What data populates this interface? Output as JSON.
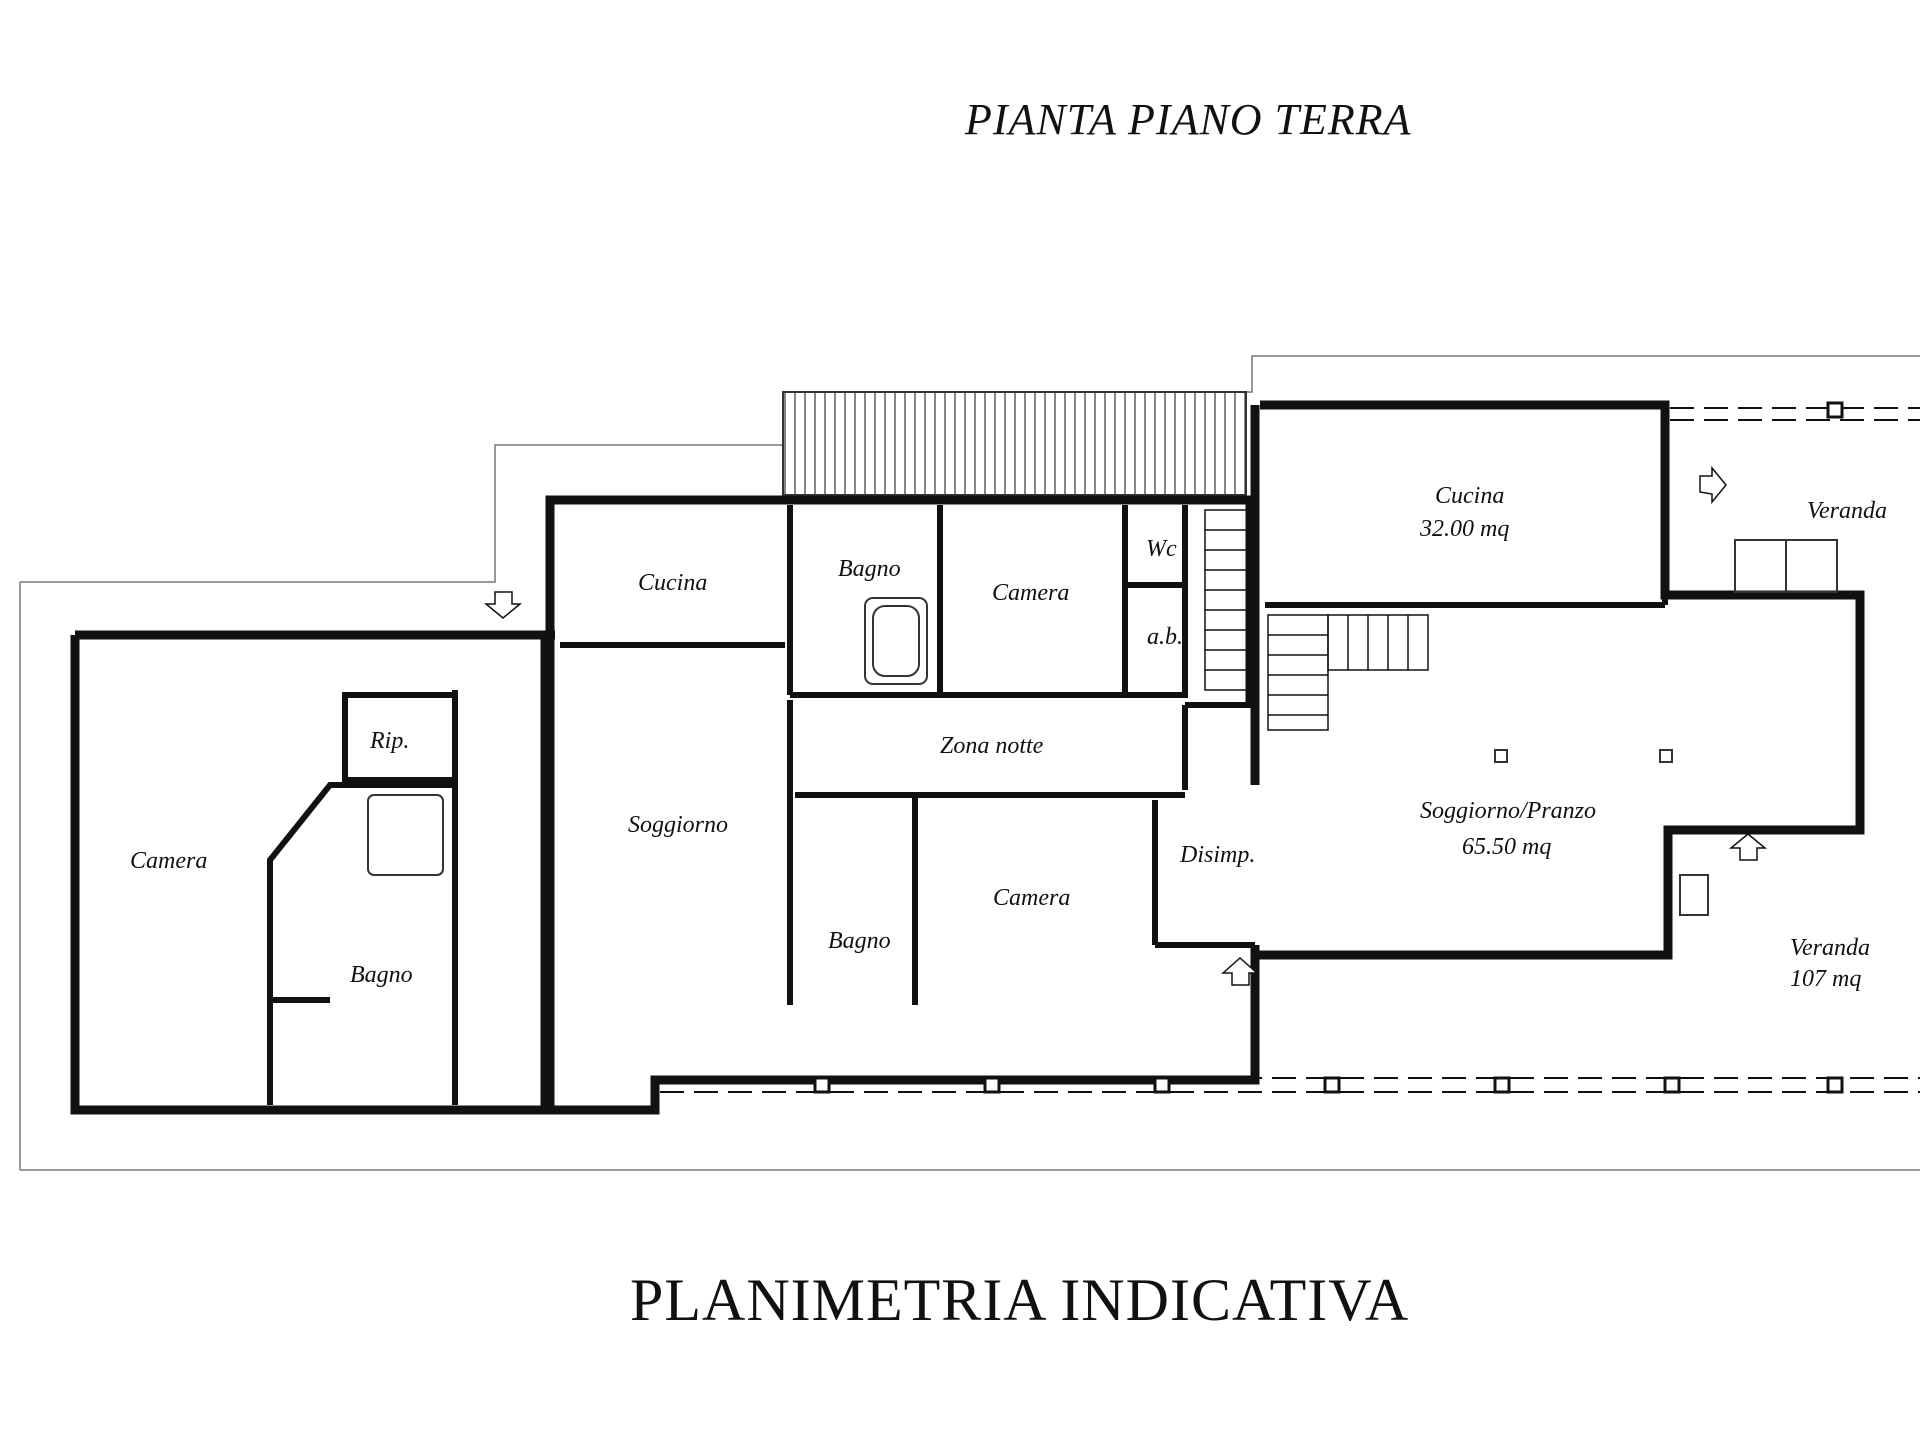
{
  "header": {
    "title": "PIANTA PIANO TERRA"
  },
  "footer": {
    "title": "PLANIMETRIA INDICATIVA"
  },
  "rooms": {
    "camera_left": "Camera",
    "rip": "Rip.",
    "bagno_left": "Bagno",
    "cucina_small": "Cucina",
    "bagno_top": "Bagno",
    "camera_top": "Camera",
    "wc": "Wc",
    "ab": "a.b.",
    "zona_notte": "Zona notte",
    "soggiorno": "Soggiorno",
    "bagno_mid": "Bagno",
    "camera_mid": "Camera",
    "disimp": "Disimp.",
    "cucina_large": {
      "name": "Cucina",
      "area": "32.00 mq"
    },
    "veranda_top": "Veranda",
    "soggiorno_pranzo": {
      "name": "Soggiorno/Pranzo",
      "area": "65.50 mq"
    },
    "veranda_bottom": {
      "name": "Veranda",
      "area": "107 mq"
    }
  }
}
